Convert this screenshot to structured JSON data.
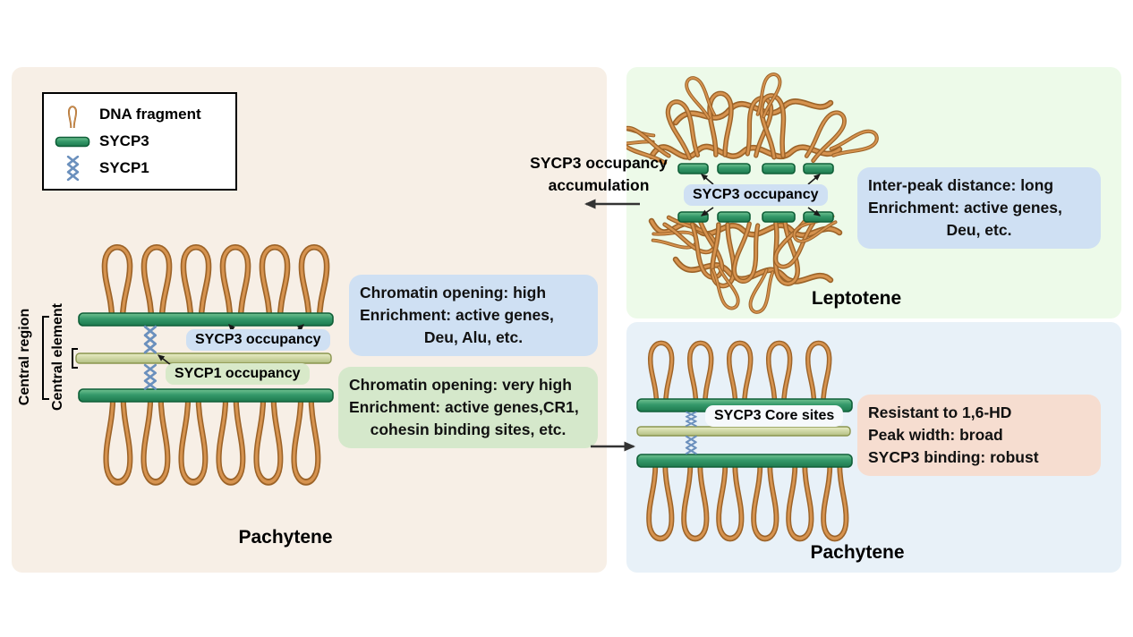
{
  "legend": {
    "items": [
      {
        "label": "DNA fragment",
        "icon": "dna-loop-icon"
      },
      {
        "label": "SYCP3",
        "icon": "sycp3-bar-icon"
      },
      {
        "label": "SYCP1",
        "icon": "sycp1-helix-icon"
      }
    ]
  },
  "left_panel": {
    "title": "Pachytene",
    "side_labels": {
      "central_region": "Central region",
      "central_element": "Central element"
    },
    "callouts": {
      "sycp3_occupancy": "SYCP3 occupancy",
      "sycp1_occupancy": "SYCP1 occupancy"
    },
    "info_box_blue": {
      "lines": [
        "Chromatin opening: high",
        "Enrichment: active genes,",
        "Deu, Alu, etc."
      ]
    },
    "info_box_green": {
      "lines": [
        "Chromatin opening: very high",
        "Enrichment: active genes,CR1,",
        "cohesin binding sites, etc."
      ]
    }
  },
  "transition": {
    "label_line1": "SYCP3 occupancy",
    "label_line2": "accumulation"
  },
  "leptotene_panel": {
    "title": "Leptotene",
    "callouts": {
      "sycp3_occupancy": "SYCP3 occupancy"
    },
    "info_box": {
      "lines": [
        "Inter-peak distance: long",
        "Enrichment: active genes,",
        "Deu, etc."
      ]
    }
  },
  "pachytene_right_panel": {
    "title": "Pachytene",
    "callouts": {
      "sycp3_core_sites": "SYCP3 Core sites"
    },
    "info_box": {
      "lines": [
        "Resistant to 1,6-HD",
        "Peak width: broad",
        "SYCP3 binding: robust"
      ]
    }
  },
  "colors": {
    "dna_strand": "#d6934f",
    "dna_outline": "#9c6328",
    "sycp3_green": "#2e9160",
    "sycp1_blue": "#6b90bd",
    "central_element_olive": "#ccd69d",
    "panel_left_bg": "#f7efe6",
    "panel_leptotene_bg": "#edfae9",
    "panel_pachytene_right_bg": "#e8f1f8",
    "info_box_blue_bg": "#cfe0f3",
    "info_box_green_bg": "#d5e8cb",
    "info_box_pink_bg": "#f6ddd0"
  }
}
